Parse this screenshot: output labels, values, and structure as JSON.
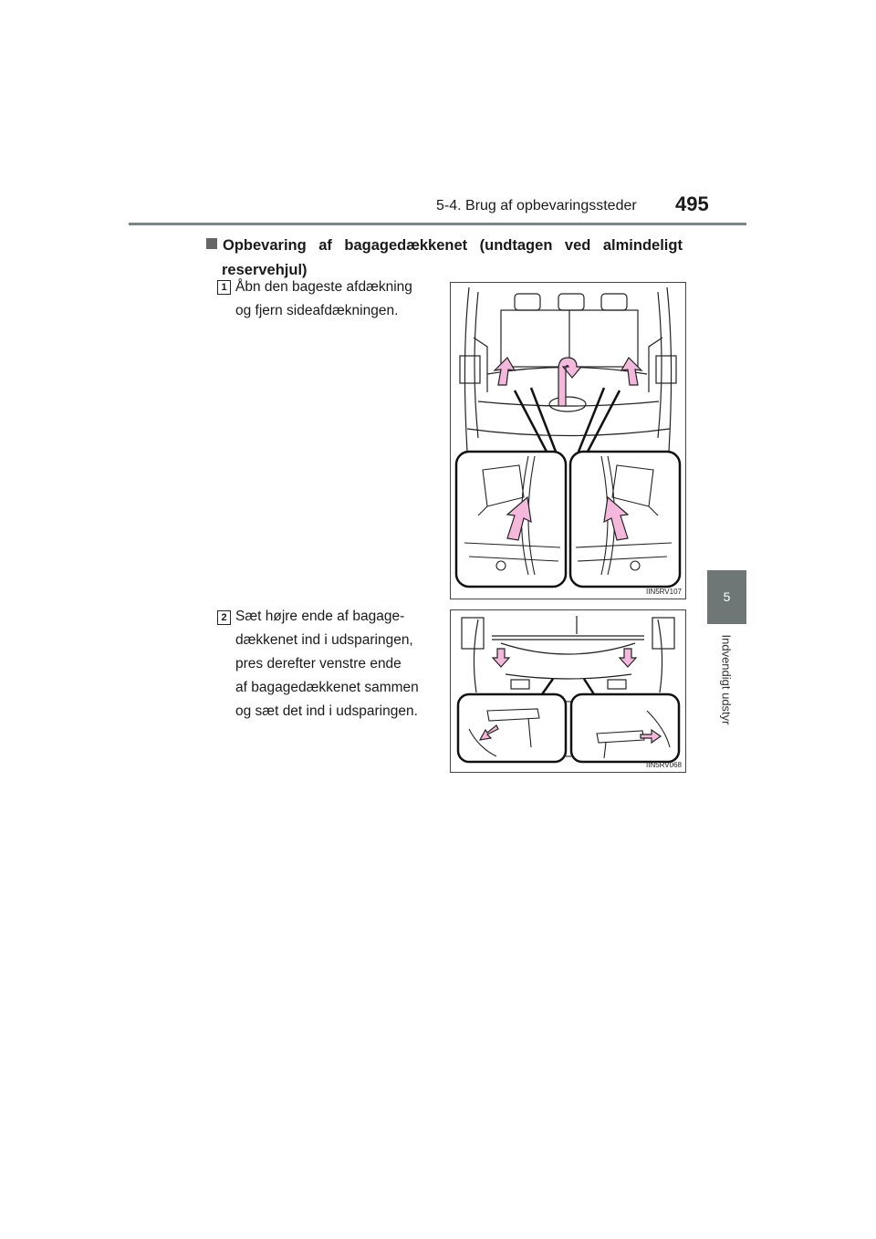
{
  "header": {
    "title": "5-4. Brug af opbevaringssteder",
    "page_number": "495"
  },
  "side_tab": {
    "number": "5",
    "label": "Indvendigt udstyr"
  },
  "section": {
    "title_words": [
      "Opbevaring",
      "af",
      "bagagedækkenet",
      "(undtagen",
      "ved",
      "almindeligt"
    ],
    "title_line2": "reservehjul)"
  },
  "steps": [
    {
      "number": "1",
      "lines": [
        "Åbn den bageste afdækning",
        "og fjern sideafdækningen."
      ]
    },
    {
      "number": "2",
      "lines": [
        "Sæt højre ende af bagage-",
        "dækkenet ind i udsparingen,",
        "pres derefter venstre ende",
        "af bagagedækkenet sammen",
        "og sæt det ind i udsparingen."
      ]
    }
  ],
  "figures": [
    {
      "code": "IIN5RV107"
    },
    {
      "code": "IIN5RV068"
    }
  ],
  "colors": {
    "accent_arrow": "#f4b8dc",
    "tab_gray": "#6e7676",
    "rule_gray": "#7b8484"
  }
}
